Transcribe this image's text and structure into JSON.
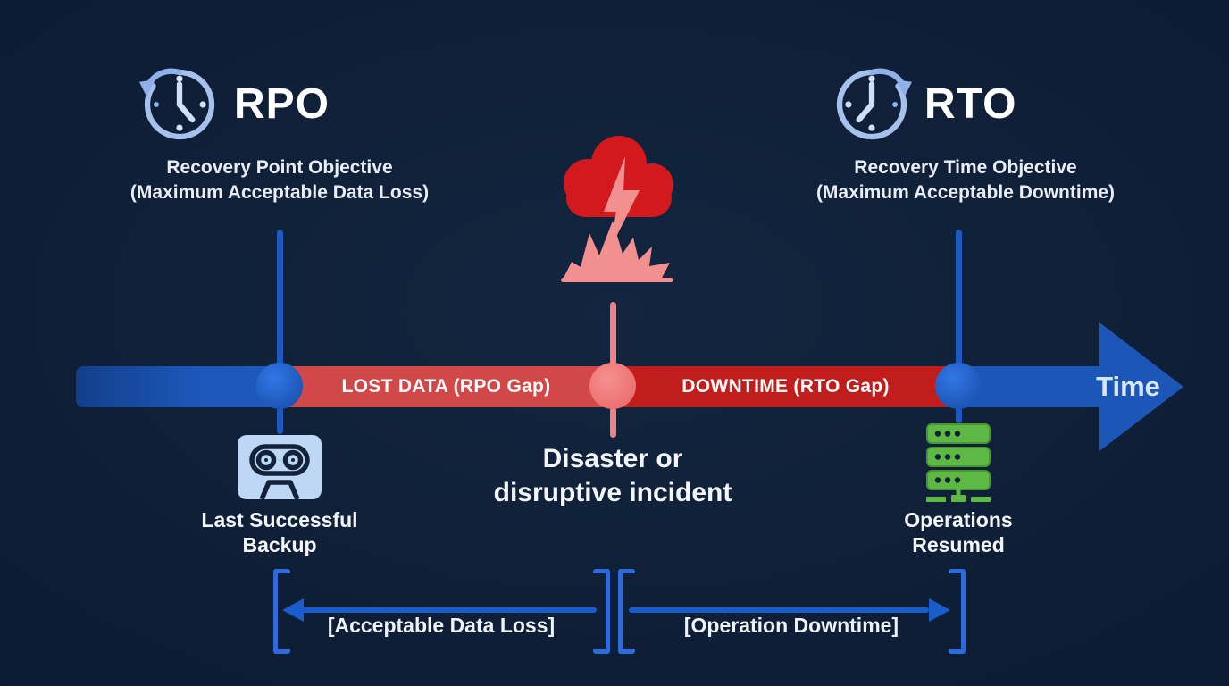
{
  "rpo": {
    "abbr": "RPO",
    "subtitle1": "Recovery Point Objective",
    "subtitle2": "(Maximum Acceptable Data Loss)"
  },
  "rto": {
    "abbr": "RTO",
    "subtitle1": "Recovery Time Objective",
    "subtitle2": "(Maximum Acceptable Downtime)"
  },
  "timeline": {
    "lost_data_label": "LOST DATA (RPO Gap)",
    "downtime_label": "DOWNTIME (RTO Gap)",
    "time_label": "Time"
  },
  "events": {
    "backup": {
      "line1": "Last Successful",
      "line2": "Backup"
    },
    "disaster": {
      "line1": "Disaster or",
      "line2": "disruptive incident"
    },
    "resumed": {
      "line1": "Operations",
      "line2": "Resumed"
    }
  },
  "measurements": {
    "data_loss_label": "[Acceptable Data Loss]",
    "downtime_label": "[Operation Downtime]"
  },
  "icons": {
    "rpo": "history-clock-icon",
    "rto": "clockwise-clock-icon",
    "disaster": "storm-cloud-lightning-icon",
    "backup": "backup-tape-icon",
    "resumed": "server-stack-icon",
    "timeline": "time-arrow"
  },
  "colors": {
    "background": "#0d1c33",
    "timeline_blue": "#1c56b6",
    "lost_data_red": "#d24848",
    "downtime_red": "#c11d1d",
    "salmon": "#ef8383",
    "icon_blue": "#9db9ec",
    "server_green": "#5eb844",
    "bracket_blue": "#2d6cd8"
  }
}
